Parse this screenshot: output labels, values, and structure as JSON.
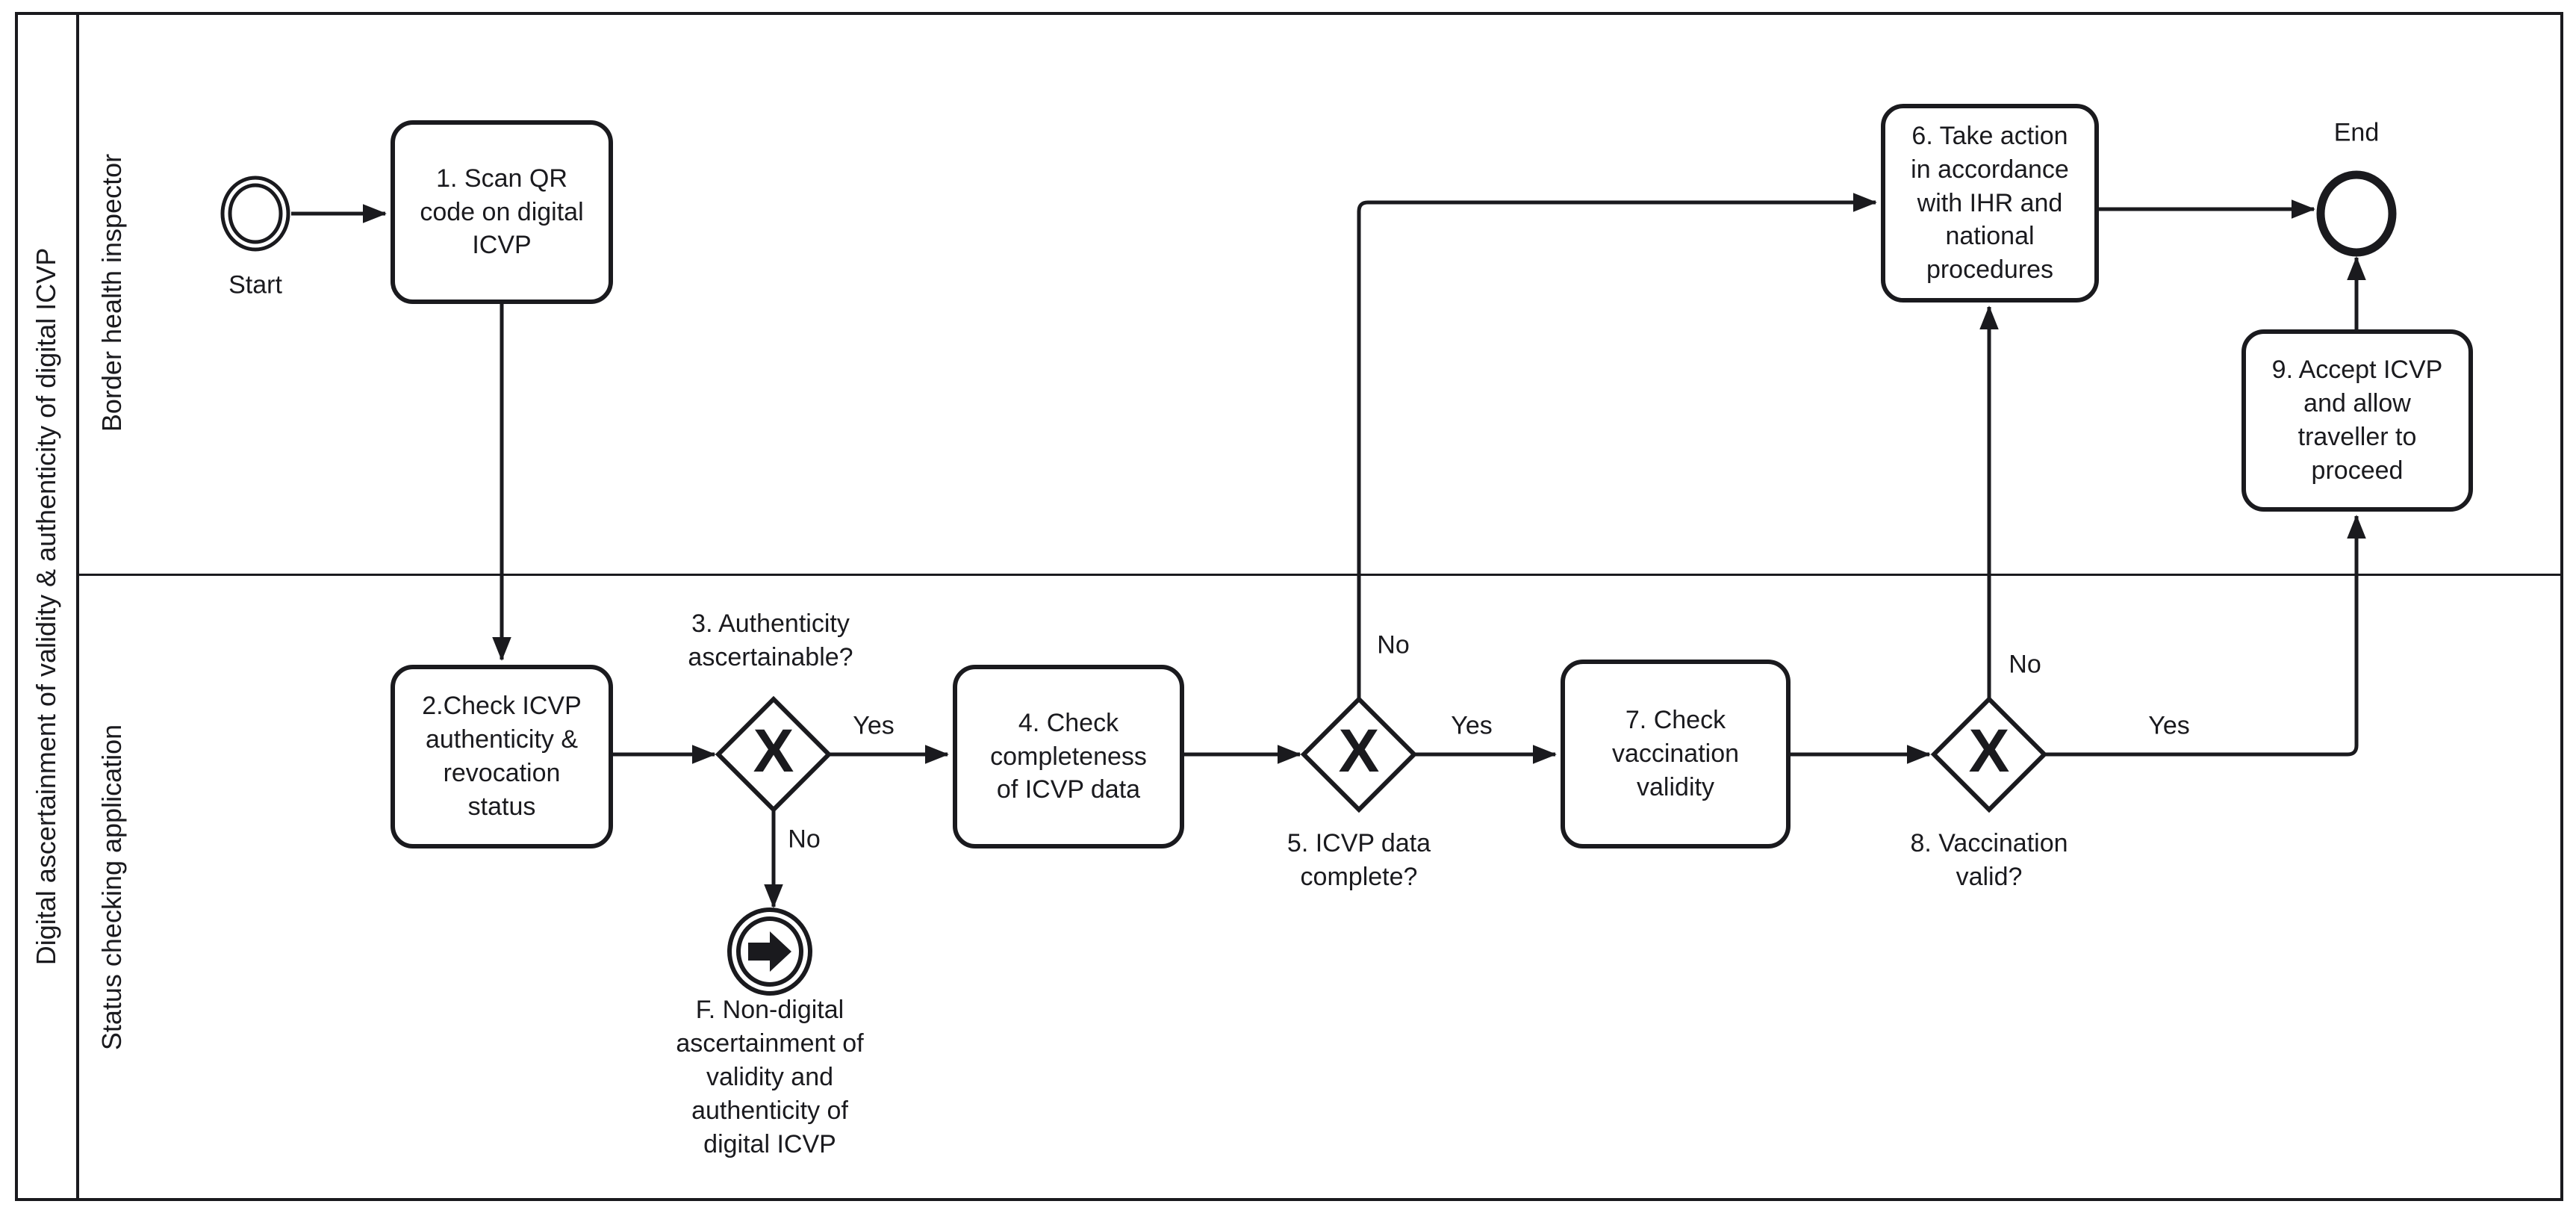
{
  "pool": {
    "title": "Digital ascertainment of validity & authenticity of digital ICVP"
  },
  "lanes": [
    {
      "label": "Border health inspector"
    },
    {
      "label": "Status checking application"
    }
  ],
  "events": {
    "start": {
      "label": "Start"
    },
    "end": {
      "label": "End"
    },
    "link_f": {
      "label": "F. Non-digital\nascertainment of\nvalidity and\nauthenticity of\ndigital ICVP"
    }
  },
  "tasks": [
    {
      "label": "1. Scan QR\ncode on digital\nICVP"
    },
    {
      "label": "2.Check ICVP\nauthenticity &\nrevocation\nstatus"
    },
    {
      "label": "4. Check\ncompleteness\nof ICVP data"
    },
    {
      "label": "6. Take action\nin accordance\nwith IHR and\nnational\nprocedures"
    },
    {
      "label": "7. Check\nvaccination\nvalidity"
    },
    {
      "label": "9. Accept ICVP\nand allow\ntraveller to\nproceed"
    }
  ],
  "gateways": [
    {
      "label": "3. Authenticity\nascertainable?",
      "marker": "X"
    },
    {
      "label": "5. ICVP data\ncomplete?",
      "marker": "X"
    },
    {
      "label": "8. Vaccination\nvalid?",
      "marker": "X"
    }
  ],
  "edge_labels": {
    "gw3_yes": "Yes",
    "gw3_no": "No",
    "gw5_yes": "Yes",
    "gw5_no": "No",
    "gw8_yes": "Yes",
    "gw8_no": "No"
  },
  "colors": {
    "stroke": "#1a1a1e",
    "background": "#ffffff"
  }
}
